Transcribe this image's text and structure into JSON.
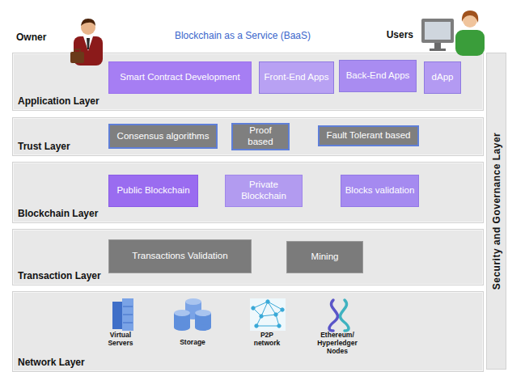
{
  "diagram": {
    "title": "Blockchain as a Service (BaaS)",
    "nodes": [
      {
        "text": [
          "Application Layer"
        ]
      },
      {
        "text": [
          "Smart Contract Development"
        ],
        "in": 0
      },
      {
        "text": [
          "Front-End Apps"
        ],
        "in": 0
      },
      {
        "text": [
          "Back-End Apps"
        ],
        "in": 0
      },
      {
        "text": [
          "dApp"
        ],
        "in": 0
      },
      {
        "text": [
          "Trust Layer"
        ]
      },
      {
        "text": [
          "Consensus algorithms"
        ],
        "in": 5
      },
      {
        "text": [
          "Proof based"
        ],
        "in": 5
      },
      {
        "text": [
          "Fault Tolerant based"
        ],
        "in": 5
      },
      {
        "text": [
          "Blockchain Layer"
        ]
      },
      {
        "text": [
          "Public Blockchain"
        ],
        "in": 9
      },
      {
        "text": [
          "Private Blockchain"
        ],
        "in": 9
      },
      {
        "text": [
          "Blocks validation"
        ],
        "in": 9
      },
      {
        "text": [
          "Transaction Layer"
        ]
      },
      {
        "text": [
          "Transactions Validation"
        ],
        "in": 13
      },
      {
        "text": [
          "Mining"
        ],
        "in": 13
      },
      {
        "text": [
          "Network Layer"
        ]
      },
      {
        "text": [
          "Security and Governance Layer"
        ]
      }
    ],
    "labels": [
      "Owner",
      "Users",
      "Virtual Servers",
      "Storage",
      "P2P network",
      "Ethereum/ Hyperledger Nodes"
    ]
  }
}
